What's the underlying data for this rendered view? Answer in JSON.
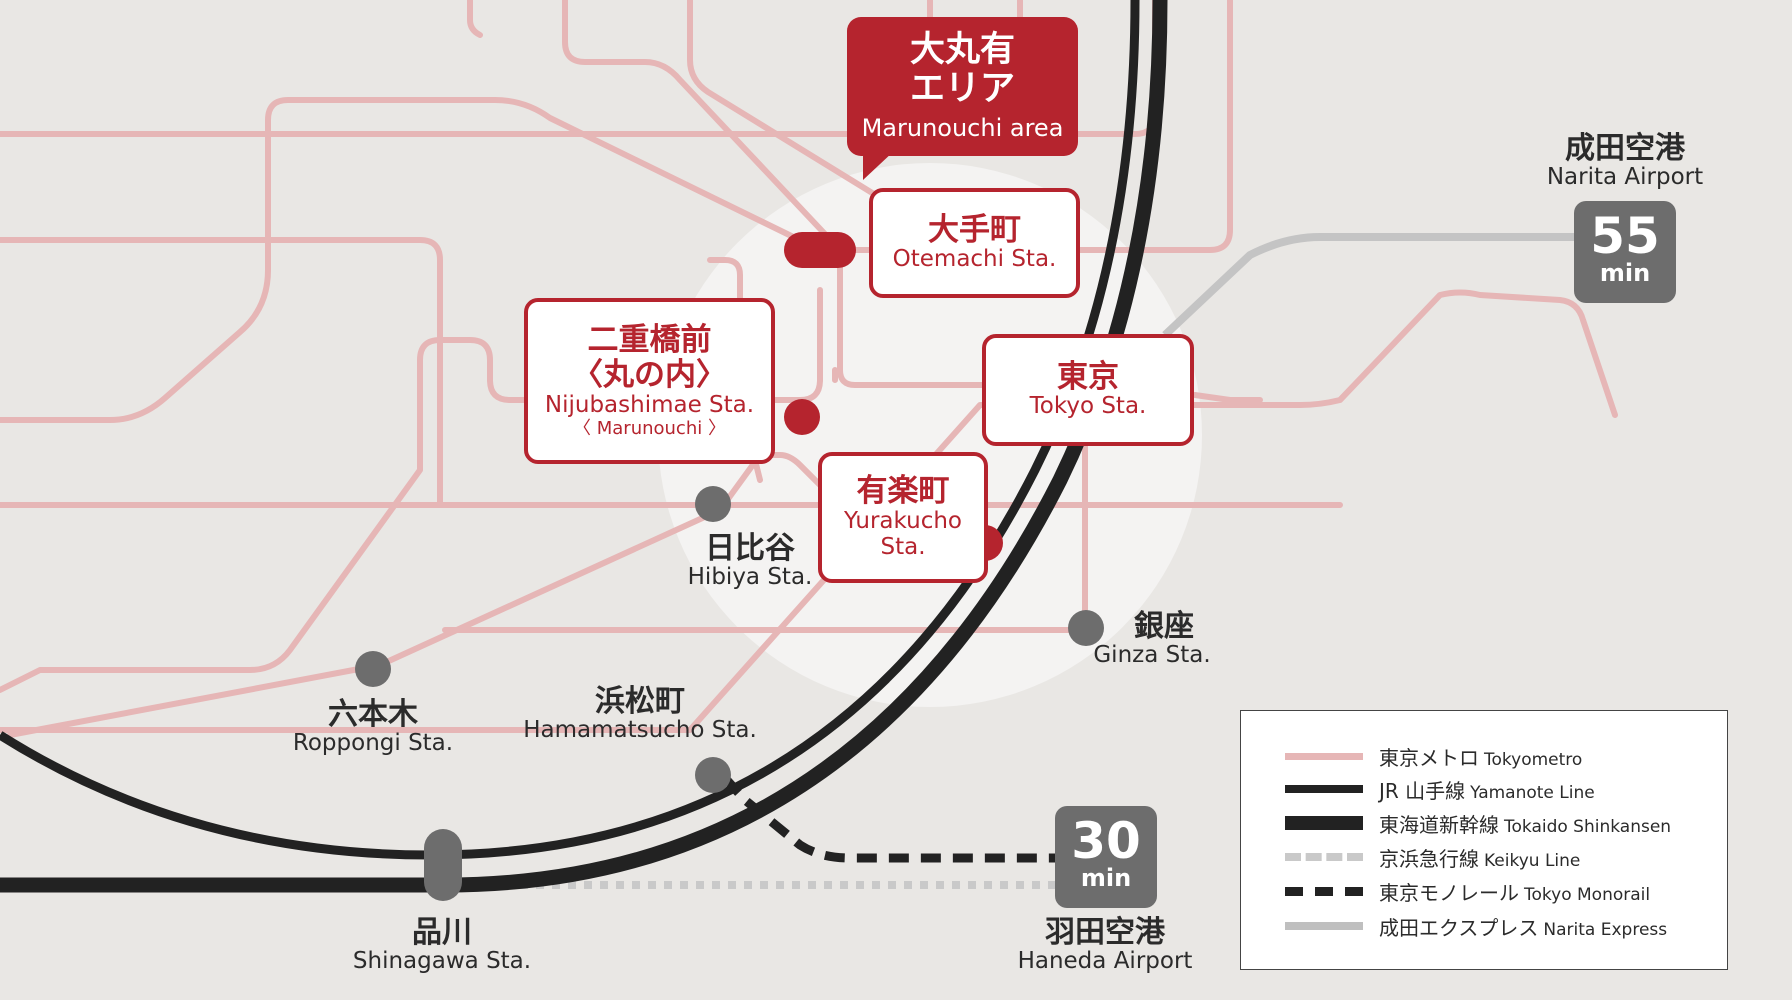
{
  "colors": {
    "metro": "#e6b6b6",
    "jr": "#222222",
    "accent": "#b5242e",
    "station_dot": "#6d6d6d",
    "keikyu": "#c9c9c9",
    "narita_express": "#bfbfbf"
  },
  "callout": {
    "jp": "大丸有\nエリア",
    "en": "Marunouchi area"
  },
  "stations": {
    "otemachi": {
      "jp": "大手町",
      "en": "Otemachi Sta."
    },
    "nijubashimae": {
      "jp": "二重橋前\n〈丸の内〉",
      "en": "Nijubashimae Sta.",
      "sub": "〈 Marunouchi 〉"
    },
    "tokyo": {
      "jp": "東京",
      "en": "Tokyo Sta."
    },
    "yurakucho": {
      "jp": "有楽町",
      "en": "Yurakucho\nSta."
    },
    "hibiya": {
      "jp": "日比谷",
      "en": "Hibiya Sta."
    },
    "ginza": {
      "jp": "銀座",
      "en": "Ginza Sta."
    },
    "roppongi": {
      "jp": "六本木",
      "en": "Roppongi Sta."
    },
    "hamamatsucho": {
      "jp": "浜松町",
      "en": "Hamamatsucho Sta."
    },
    "shinagawa": {
      "jp": "品川",
      "en": "Shinagawa Sta."
    }
  },
  "airports": {
    "narita": {
      "jp": "成田空港",
      "en": "Narita Airport",
      "minutes": "55",
      "unit": "min"
    },
    "haneda": {
      "jp": "羽田空港",
      "en": "Haneda Airport",
      "minutes": "30",
      "unit": "min"
    }
  },
  "legend": [
    {
      "jp": "東京メトロ",
      "en": "Tokyometro",
      "style": "metro"
    },
    {
      "jp": "JR 山手線",
      "en": "Yamanote Line",
      "style": "yamanote"
    },
    {
      "jp": "東海道新幹線",
      "en": "Tokaido Shinkansen",
      "style": "shinkansen"
    },
    {
      "jp": "京浜急行線",
      "en": "Keikyu Line",
      "style": "keikyu"
    },
    {
      "jp": "東京モノレール",
      "en": "Tokyo Monorail",
      "style": "monorail"
    },
    {
      "jp": "成田エクスプレス",
      "en": "Narita Express",
      "style": "nex"
    }
  ]
}
